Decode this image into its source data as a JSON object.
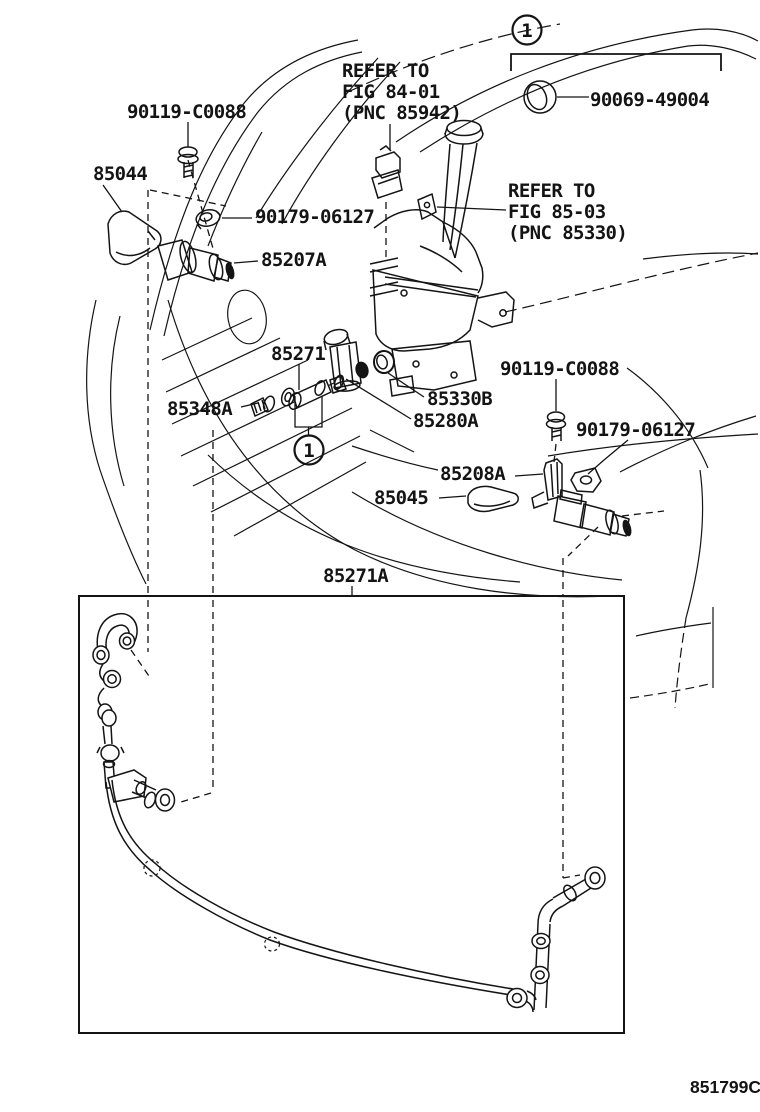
{
  "diagram": {
    "figure_code": "851799C",
    "callouts": {
      "detail_marker": "1"
    },
    "labels": {
      "bolt_front": "90119-C0088",
      "cover_lh": "85044",
      "nut_lh": "90179-06127",
      "actuator_lh": "85207A",
      "grommet_detail": "90069-49004",
      "hose_joint": "85271",
      "screw_lh": "85348A",
      "washer_pump": "85330B",
      "packing": "85280A",
      "bolt_rh": "90119-C0088",
      "nut_rh": "90179-06127",
      "bracket_rh": "85208A",
      "cover_rh": "85045",
      "washer_hose": "85271A"
    },
    "notes": {
      "refer_84": [
        "REFER TO",
        "FIG 84-01",
        "(PNC 85942)"
      ],
      "refer_85": [
        "REFER TO",
        "FIG 85-03",
        "(PNC 85330)"
      ]
    }
  }
}
